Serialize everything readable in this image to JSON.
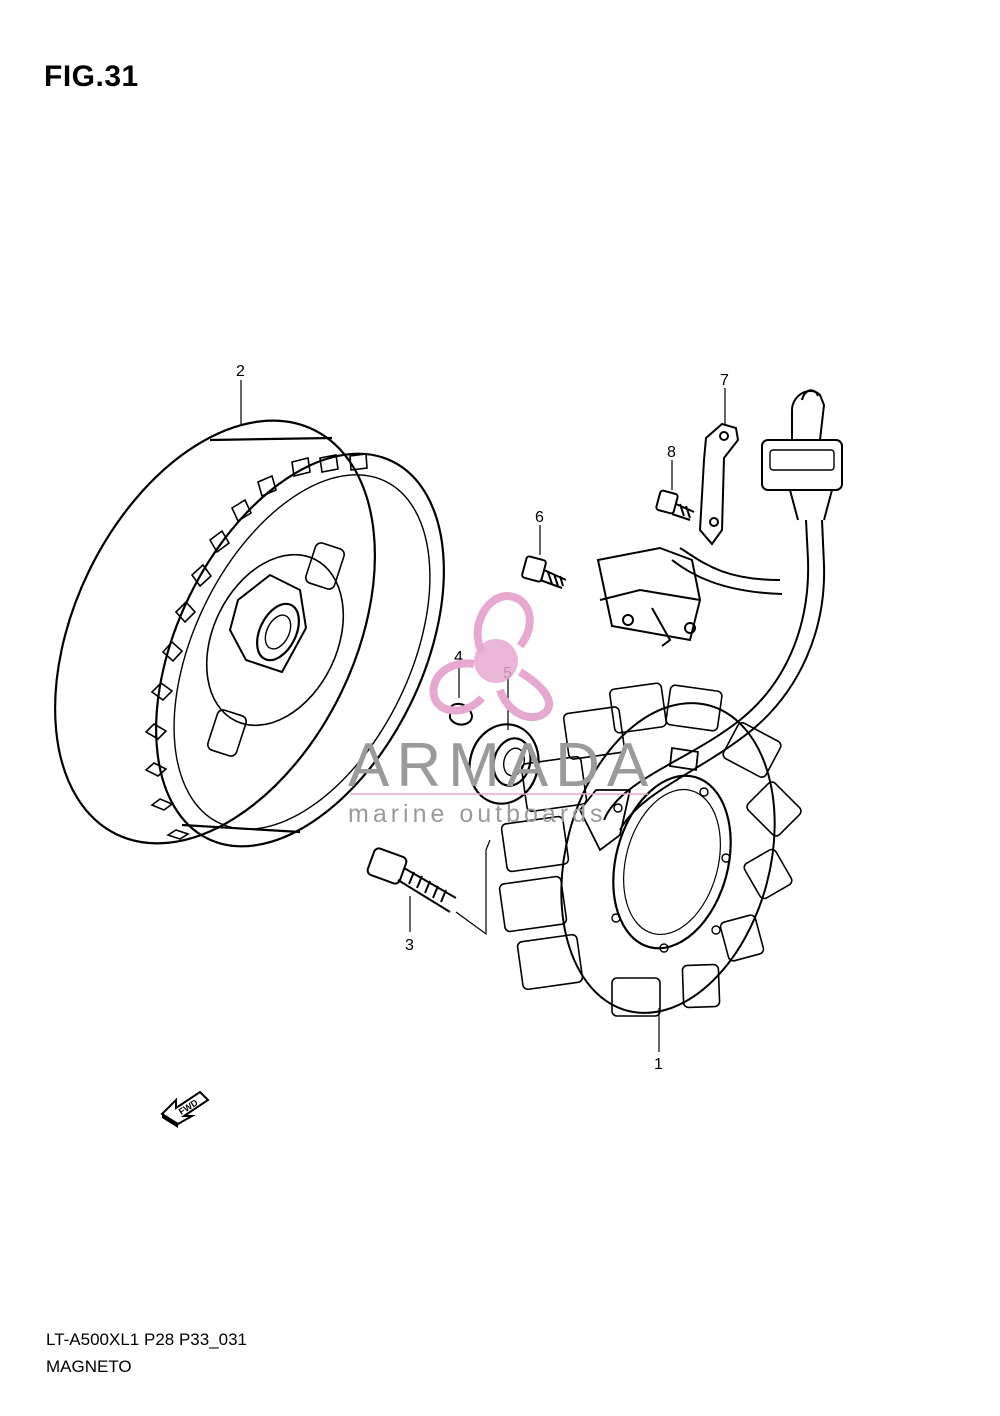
{
  "figure": {
    "title": "FIG.31",
    "model_code": "LT-A500XL1 P28 P33_031",
    "section_name": "MAGNETO"
  },
  "callouts": [
    "1",
    "2",
    "3",
    "4",
    "5",
    "6",
    "7",
    "8"
  ],
  "parts": [
    {
      "ref": "1",
      "part": "stator"
    },
    {
      "ref": "2",
      "part": "rotor"
    },
    {
      "ref": "3",
      "part": "rotor-bolt"
    },
    {
      "ref": "4",
      "part": "key"
    },
    {
      "ref": "5",
      "part": "washer"
    },
    {
      "ref": "6",
      "part": "screw"
    },
    {
      "ref": "7",
      "part": "clamp"
    },
    {
      "ref": "8",
      "part": "bolt"
    }
  ],
  "direction_marker": {
    "label": "FWD",
    "icon": "fwd-arrow-icon"
  },
  "watermark": {
    "title": "ARMADA",
    "subtitle": "marine outboards",
    "logo_icon": "propeller-icon",
    "color": "#e6a8cf"
  }
}
